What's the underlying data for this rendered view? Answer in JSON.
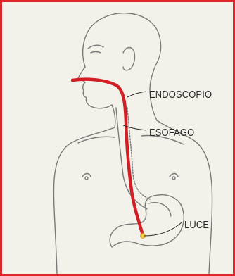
{
  "labels": {
    "endoscope": "ENDOSCOPIO",
    "esophagus": "ESOFAGO",
    "light": "LUCE"
  },
  "colors": {
    "frame_border": "#d92b2b",
    "background": "#f2f1ea",
    "outline": "#7a7a7a",
    "endoscope": "#d21f26",
    "light": "#f2c94c"
  },
  "icons": [
    "human-body-outline",
    "stomach",
    "esophagus",
    "endoscope-tube",
    "light-tip"
  ]
}
